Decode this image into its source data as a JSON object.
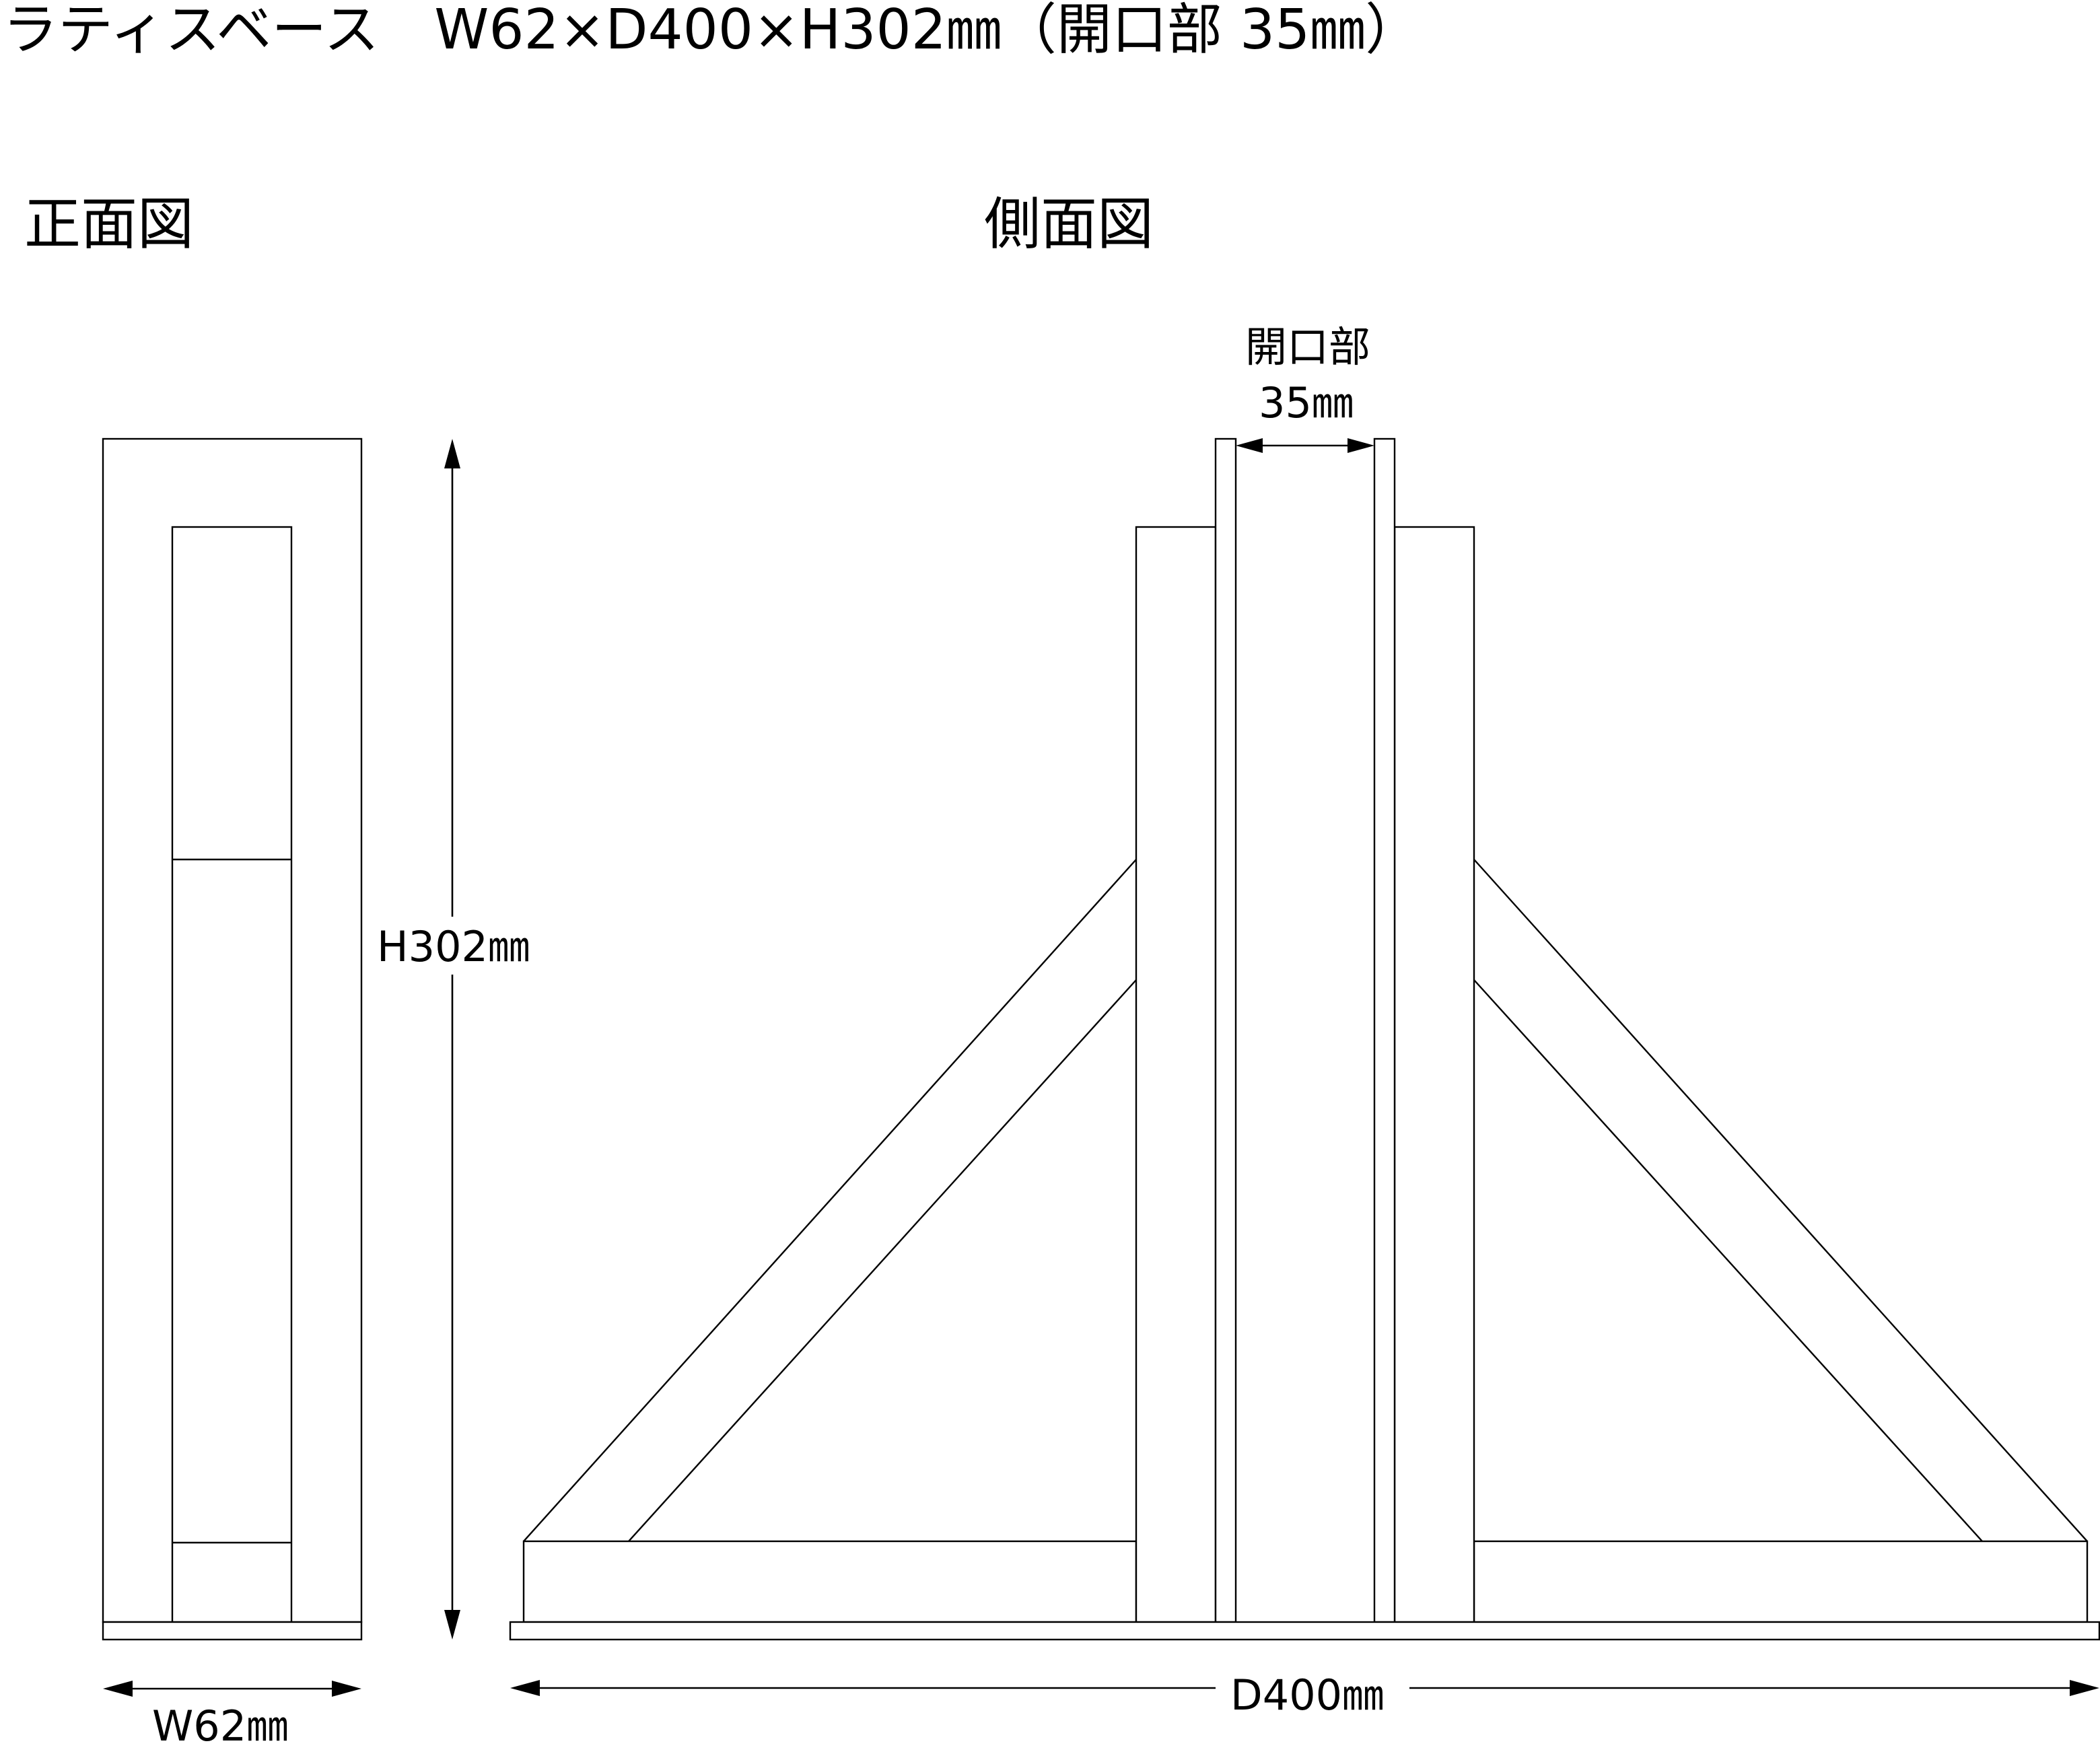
{
  "title": "ラティスベース　W62×D400×H302㎜（開口部 35㎜）",
  "views": {
    "front": "正面図",
    "side": "側面図"
  },
  "dimensions": {
    "height": "H302㎜",
    "width": "W62㎜",
    "depth": "D400㎜",
    "opening_label": "開口部",
    "opening_value": "35㎜"
  }
}
